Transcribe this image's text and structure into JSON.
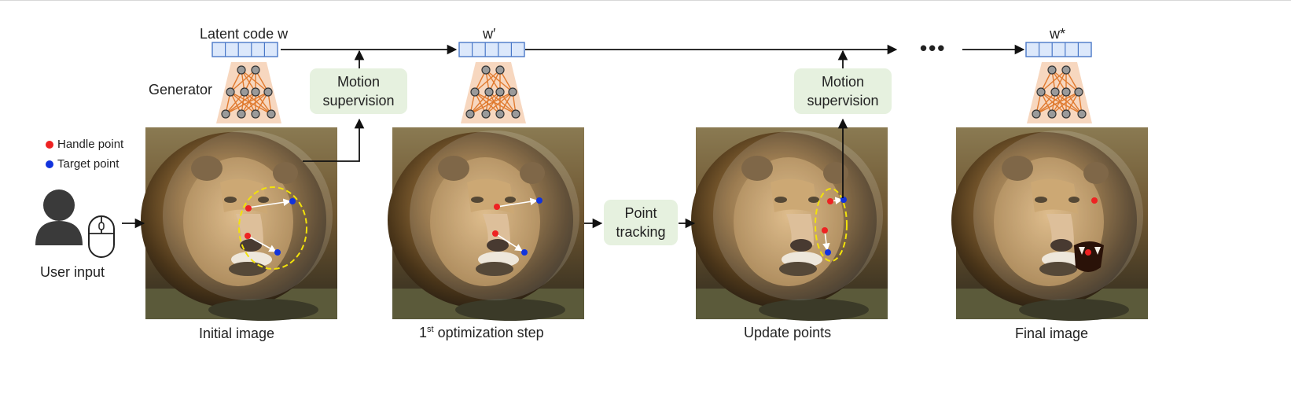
{
  "labels": {
    "latent_code": "Latent code w",
    "w_prime": "w′",
    "w_star": "w*",
    "generator": "Generator",
    "handle_point": "Handle point",
    "target_point": "Target point",
    "user_input": "User input",
    "ellipsis": "•••",
    "motion_supervision_1a": "Motion",
    "motion_supervision_1b": "supervision",
    "motion_supervision_2a": "Motion",
    "motion_supervision_2b": "supervision",
    "point_tracking_a": "Point",
    "point_tracking_b": "tracking",
    "caption_initial": "Initial image",
    "caption_opt_prefix": "1",
    "caption_opt_sup": "st",
    "caption_opt_suffix": " optimization step",
    "caption_update": "Update points",
    "caption_final": "Final image"
  },
  "colors": {
    "handle": "#ee2222",
    "target": "#1133dd",
    "box_fill": "#e6f1df",
    "vector_fill": "#dce8fb",
    "vector_stroke": "#4a78c8",
    "generator_fill": "#f7d7bf",
    "generator_lines": "#e07a2f",
    "ellipse": "#f2e20a"
  }
}
